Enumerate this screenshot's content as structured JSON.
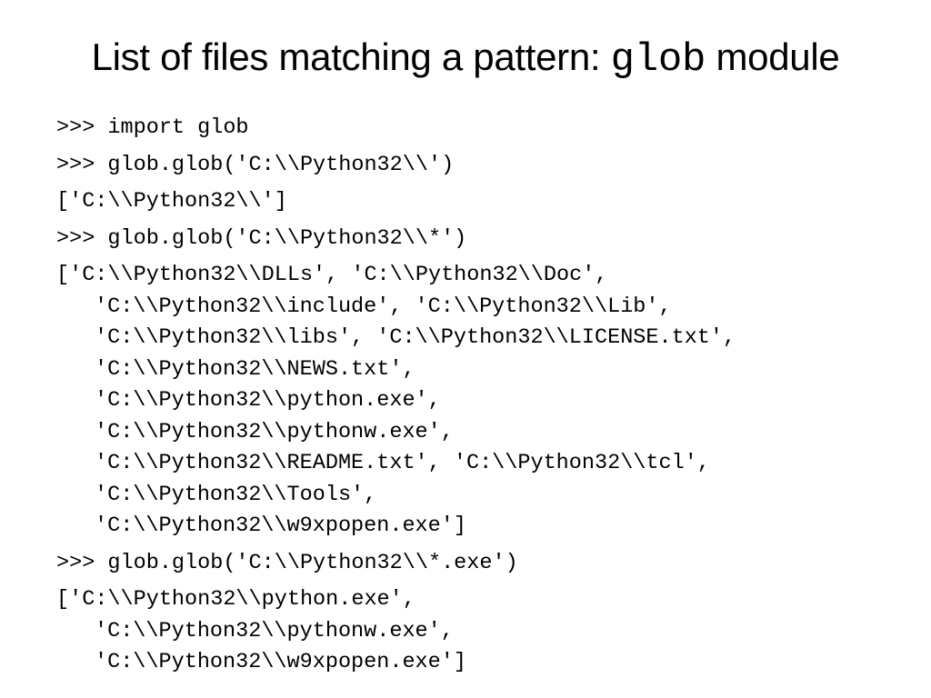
{
  "slide": {
    "title_before": "List of files matching a pattern: ",
    "title_mono": "glob",
    "title_after": " module"
  },
  "code": {
    "b1": "&gt;&gt;&gt; import glob",
    "b2": "&gt;&gt;&gt; glob.glob('C:\\\\Python32\\\\')",
    "b3": "['C:\\\\Python32\\\\']",
    "b4": "&gt;&gt;&gt; glob.glob('C:\\\\Python32\\\\*')",
    "b5": [
      "['C:\\\\Python32\\\\DLLs', 'C:\\\\Python32\\\\Doc',",
      "'C:\\\\Python32\\\\include', 'C:\\\\Python32\\\\Lib',",
      "'C:\\\\Python32\\\\libs', 'C:\\\\Python32\\\\LICENSE.txt',",
      "'C:\\\\Python32\\\\NEWS.txt',",
      "'C:\\\\Python32\\\\python.exe',",
      "'C:\\\\Python32\\\\pythonw.exe',",
      "'C:\\\\Python32\\\\README.txt', 'C:\\\\Python32\\\\tcl',",
      "'C:\\\\Python32\\\\Tools',",
      "'C:\\\\Python32\\\\w9xpopen.exe']"
    ],
    "b6": "&gt;&gt;&gt; glob.glob('C:\\\\Python32\\\\*.exe')",
    "b7": [
      "['C:\\\\Python32\\\\python.exe',",
      "'C:\\\\Python32\\\\pythonw.exe',",
      "'C:\\\\Python32\\\\w9xpopen.exe']"
    ]
  }
}
